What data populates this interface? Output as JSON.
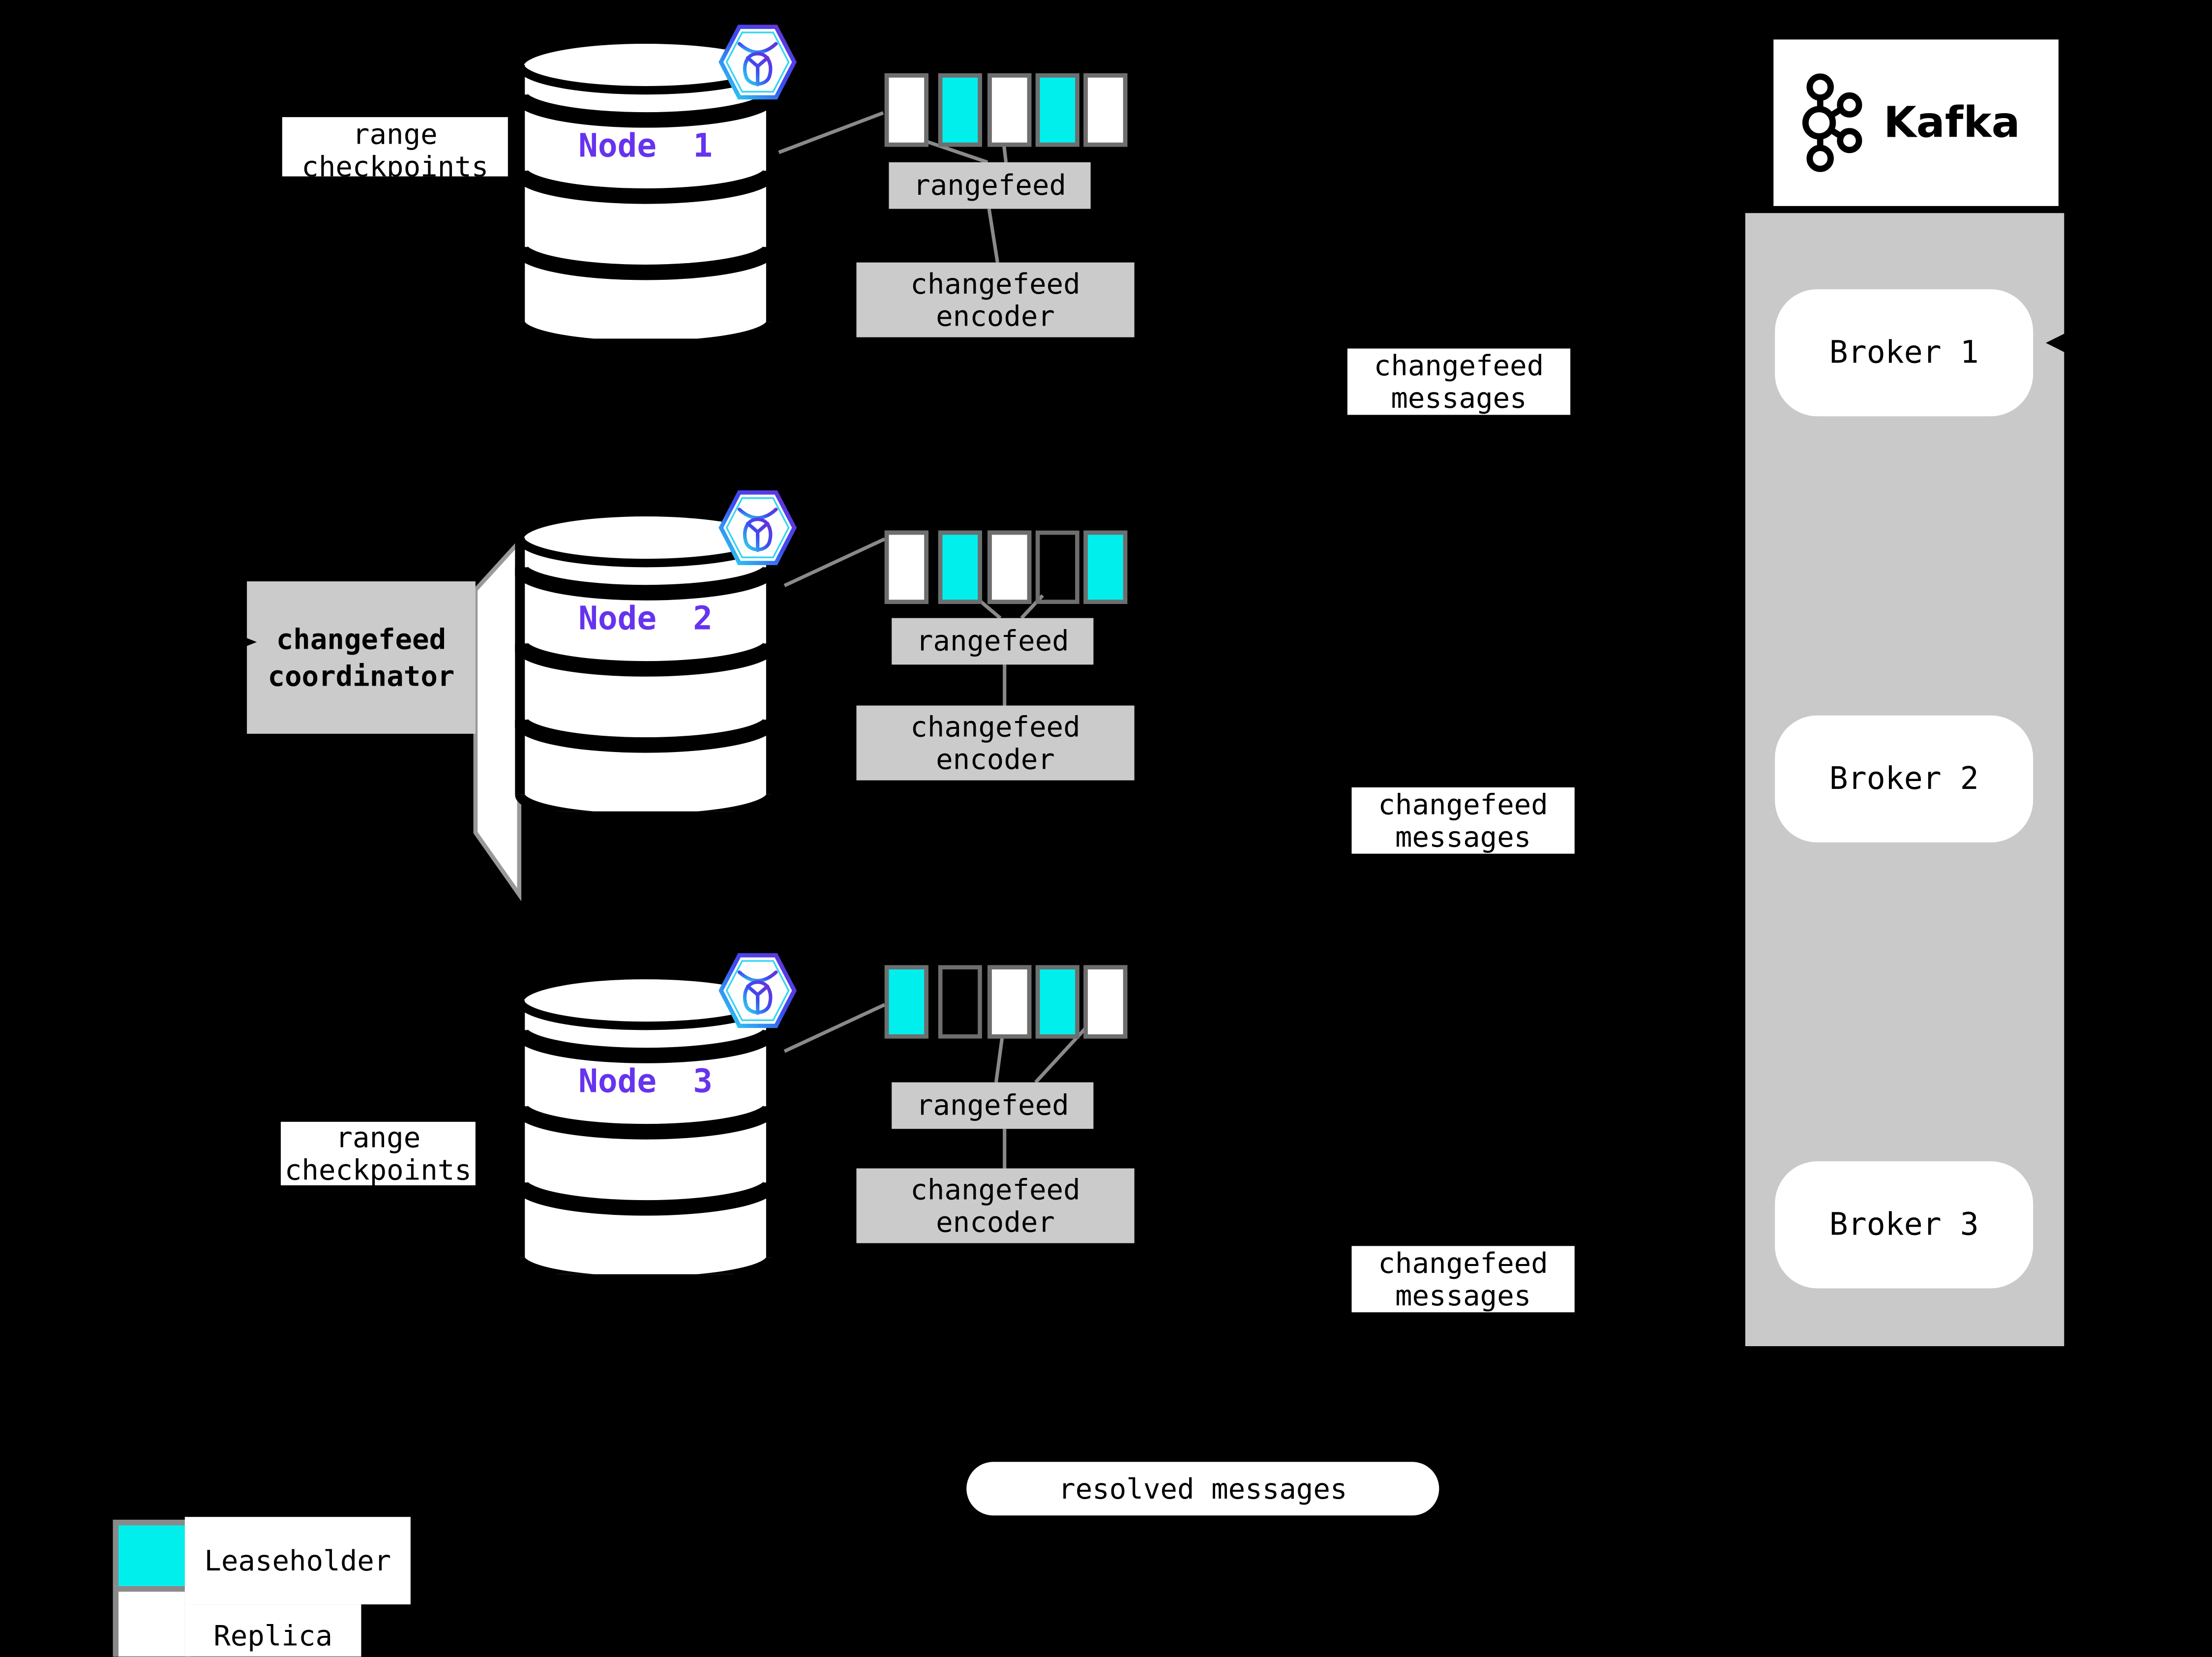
{
  "labels": {
    "range_checkpoints": "range checkpoints",
    "changefeed_coordinator": "changefeed coordinator",
    "rangefeed": "rangefeed",
    "changefeed_encoder": "changefeed encoder",
    "changefeed_messages": "changefeed messages",
    "resolved_messages": "resolved messages"
  },
  "nodes": [
    {
      "name": "Node 1",
      "ranges": [
        "replica",
        "leaseholder",
        "replica",
        "leaseholder",
        "replica"
      ]
    },
    {
      "name": "Node 2",
      "ranges": [
        "replica",
        "leaseholder",
        "replica",
        "empty",
        "leaseholder"
      ]
    },
    {
      "name": "Node 3",
      "ranges": [
        "leaseholder",
        "empty",
        "replica",
        "leaseholder",
        "replica"
      ]
    }
  ],
  "kafka": {
    "title": "Kafka",
    "brokers": [
      "Broker 1",
      "Broker 2",
      "Broker 3"
    ]
  },
  "legend": [
    {
      "label": "Leaseholder",
      "type": "leaseholder"
    },
    {
      "label": "Replica",
      "type": "replica"
    }
  ],
  "icons": {
    "node_badge": "cockroachdb-hexagon-icon",
    "kafka_logo": "kafka-logo-icon"
  },
  "colors": {
    "background": "#000000",
    "leaseholder": "#00efec",
    "replica": "#ffffff",
    "panel_gray": "#cbcbcb",
    "kafka_panel_gray": "#c9c9c9",
    "node_label_purple": "#6633ee",
    "range_border_gray": "#6e6e6e",
    "connector_gray": "#8a8a8a"
  }
}
